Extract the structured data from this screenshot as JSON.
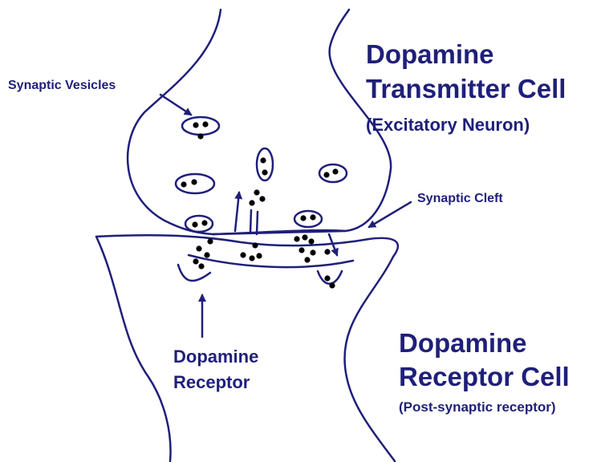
{
  "colors": {
    "ink": "#1f1f7a",
    "dot": "#000000",
    "background": "#ffffff"
  },
  "labels": {
    "transmitter_cell": {
      "line1": "Dopamine",
      "line2": "Transmitter Cell",
      "line3": "(Excitatory Neuron)"
    },
    "receptor_cell": {
      "line1": "Dopamine",
      "line2": "Receptor Cell",
      "line3": "(Post-synaptic receptor)"
    },
    "synaptic_vesicles": "Synaptic Vesicles",
    "synaptic_cleft": "Synaptic Cleft",
    "dopamine_receptor": {
      "line1": "Dopamine",
      "line2": "Receptor"
    }
  }
}
